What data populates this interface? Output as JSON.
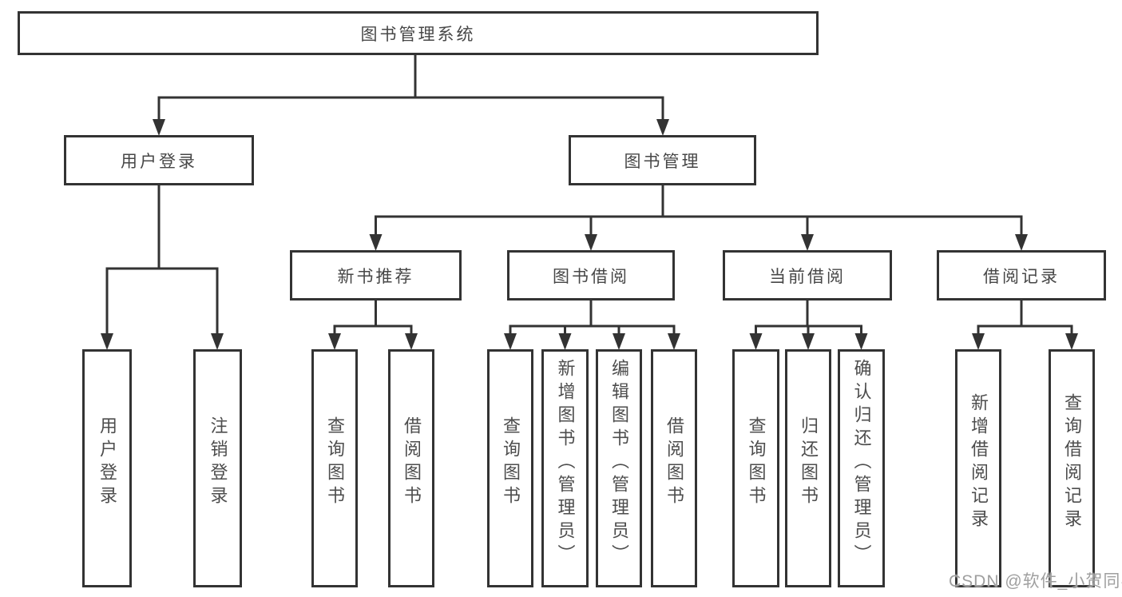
{
  "colors": {
    "line": "#333333",
    "box_fill": "#ffffff",
    "node_text": "#474747",
    "leaf_text": "#4d4d4d",
    "watermark": "#9f9f9f"
  },
  "tree": {
    "root": {
      "label": "图书管理系统"
    },
    "level2": [
      {
        "label": "用户登录"
      },
      {
        "label": "图书管理"
      }
    ],
    "level3": [
      {
        "label": "新书推荐"
      },
      {
        "label": "图书借阅"
      },
      {
        "label": "当前借阅"
      },
      {
        "label": "借阅记录"
      }
    ],
    "leaves": {
      "login": [
        "用户登录",
        "注销登录"
      ],
      "recommend": [
        "查询图书",
        "借阅图书"
      ],
      "borrow": [
        "查询图书",
        "新增图书（管理员）",
        "编辑图书（管理员）",
        "借阅图书"
      ],
      "current": [
        "查询图书",
        "归还图书",
        "确认归还（管理员）"
      ],
      "records": [
        "新增借阅记录",
        "查询借阅记录"
      ]
    }
  },
  "watermark": {
    "text": "CSDN @软件_小贺同学"
  }
}
